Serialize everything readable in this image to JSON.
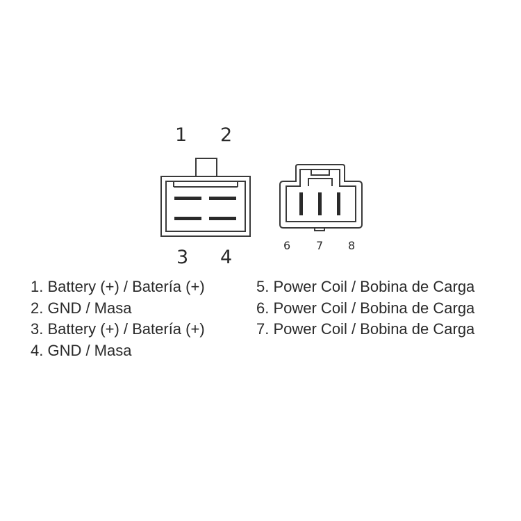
{
  "connector_a": {
    "pin_labels": [
      "1",
      "2",
      "3",
      "4"
    ]
  },
  "connector_b": {
    "pin_labels": [
      "6",
      "7",
      "8"
    ]
  },
  "legend": {
    "left": [
      "1. Battery (+) / Batería (+)",
      "2. GND / Masa",
      "3. Battery (+) / Batería (+)",
      "4. GND / Masa"
    ],
    "right": [
      "5. Power Coil / Bobina de Carga",
      "6. Power Coil / Bobina de Carga",
      "7. Power Coil / Bobina de Carga"
    ]
  },
  "colors": {
    "line": "#3a3a3a",
    "background": "#ffffff"
  }
}
